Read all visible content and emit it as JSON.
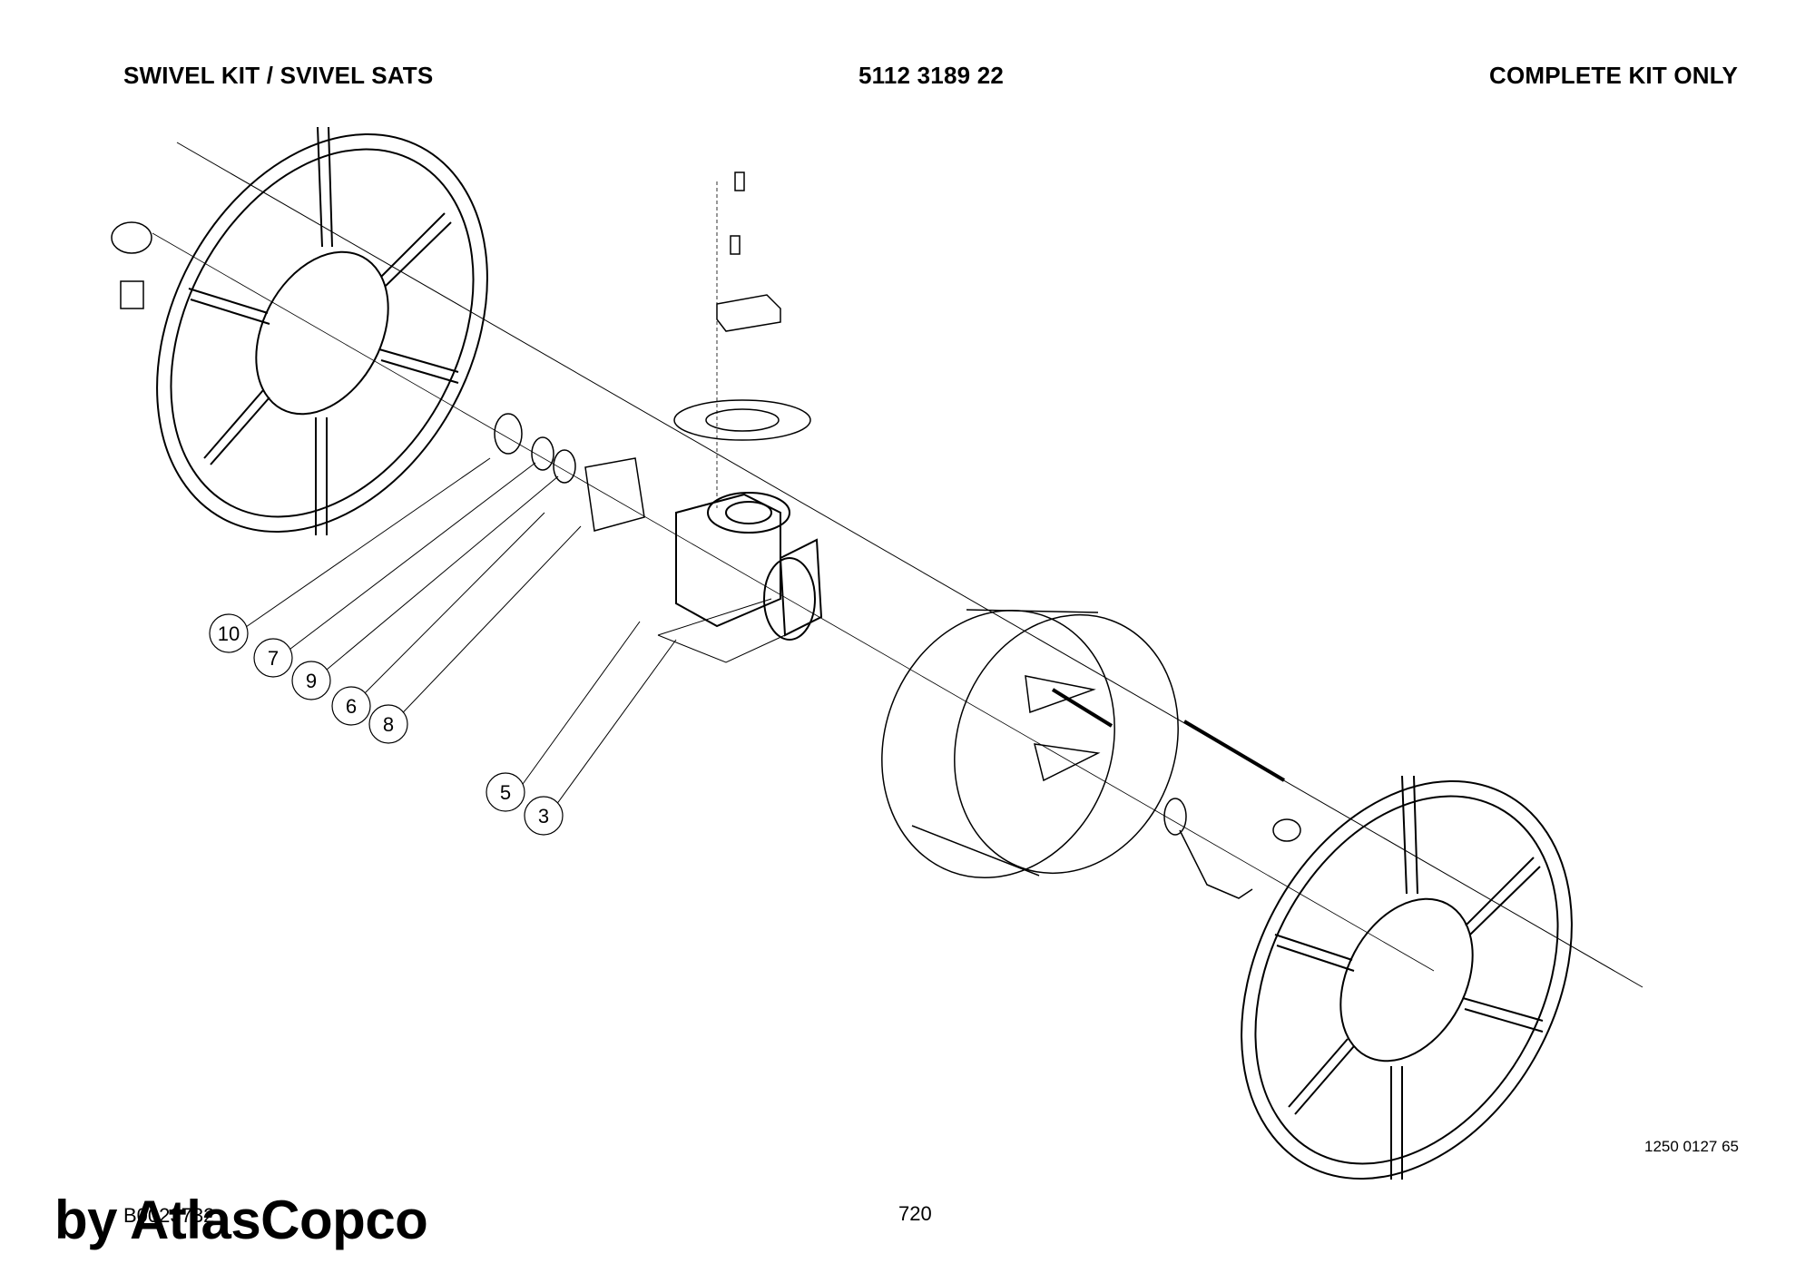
{
  "header": {
    "title": "SWIVEL KIT / SVIVEL SATS",
    "part_number": "5112 3189 22",
    "note": "COMPLETE KIT ONLY"
  },
  "callouts": [
    {
      "label": "10"
    },
    {
      "label": "7"
    },
    {
      "label": "9"
    },
    {
      "label": "6"
    },
    {
      "label": "8"
    },
    {
      "label": "5"
    },
    {
      "label": "3"
    }
  ],
  "footer": {
    "drawing_number": "1250 0127 65",
    "document_number": "B0023732",
    "page_number": "720",
    "brand_overlay": "by AtlasCopco"
  }
}
